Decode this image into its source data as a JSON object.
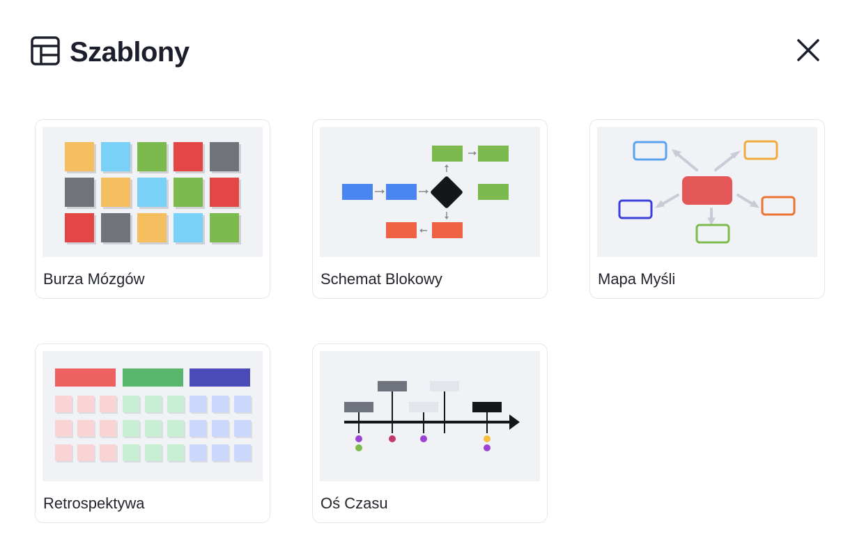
{
  "dialog": {
    "title": "Szablony",
    "title_icon": "table-icon",
    "close_icon": "close-icon"
  },
  "templates": [
    {
      "id": "brainstorm",
      "label": "Burza Mózgów"
    },
    {
      "id": "flowchart",
      "label": "Schemat Blokowy"
    },
    {
      "id": "mindmap",
      "label": "Mapa Myśli"
    },
    {
      "id": "retrospective",
      "label": "Retrospektywa"
    },
    {
      "id": "timeline",
      "label": "Oś Czasu"
    }
  ],
  "colors": {
    "yellow": "#f5be5e",
    "blue": "#7ad1f7",
    "green": "#7cba4e",
    "red": "#e44444",
    "gray": "#6f737a",
    "flow_blue": "#4a86f0",
    "flow_orange": "#ee6143",
    "diamond": "#15161a"
  }
}
